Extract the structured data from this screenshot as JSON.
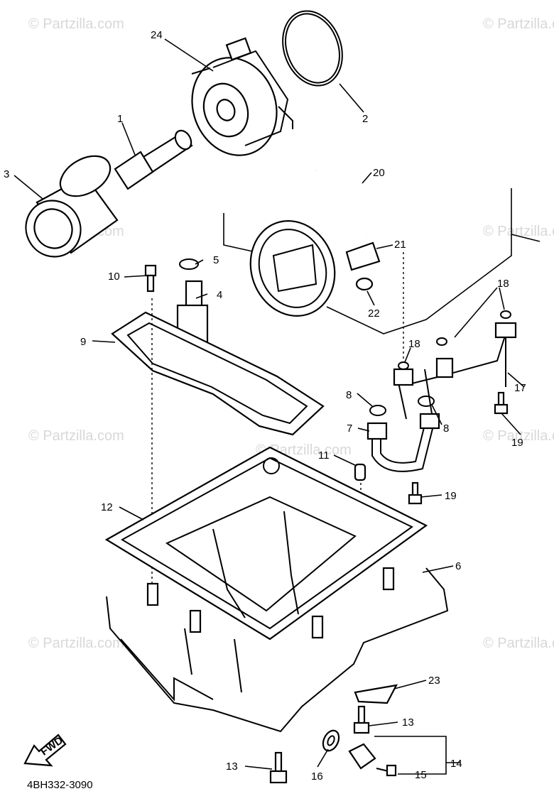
{
  "watermark": "© Partzilla.com",
  "drawing_number": "4BH332-3090",
  "fwd_label": "FWD",
  "callouts": [
    {
      "id": "c24",
      "text": "24"
    },
    {
      "id": "c2",
      "text": "2"
    },
    {
      "id": "c1",
      "text": "1"
    },
    {
      "id": "c3",
      "text": "3"
    },
    {
      "id": "c20",
      "text": "20"
    },
    {
      "id": "c21",
      "text": "21"
    },
    {
      "id": "c5",
      "text": "5"
    },
    {
      "id": "c10",
      "text": "10"
    },
    {
      "id": "c4",
      "text": "4"
    },
    {
      "id": "c22",
      "text": "22"
    },
    {
      "id": "c18a",
      "text": "18"
    },
    {
      "id": "c9",
      "text": "9"
    },
    {
      "id": "c18b",
      "text": "18"
    },
    {
      "id": "c17",
      "text": "17"
    },
    {
      "id": "c8a",
      "text": "8"
    },
    {
      "id": "c7",
      "text": "7"
    },
    {
      "id": "c8b",
      "text": "8"
    },
    {
      "id": "c19a",
      "text": "19"
    },
    {
      "id": "c11",
      "text": "11"
    },
    {
      "id": "c19b",
      "text": "19"
    },
    {
      "id": "c12",
      "text": "12"
    },
    {
      "id": "c6",
      "text": "6"
    },
    {
      "id": "c23",
      "text": "23"
    },
    {
      "id": "c13a",
      "text": "13"
    },
    {
      "id": "c14",
      "text": "14"
    },
    {
      "id": "c13b",
      "text": "13"
    },
    {
      "id": "c16",
      "text": "16"
    },
    {
      "id": "c15",
      "text": "15"
    }
  ]
}
